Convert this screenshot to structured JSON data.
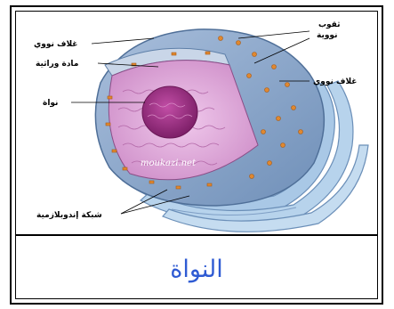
{
  "diagram": {
    "labels": {
      "nuclear_envelope_left": "غلاف نووي",
      "genetic_material": "مادة وراثية",
      "nucleolus": "نواة",
      "nuclear_pores_line1": "ثقوب",
      "nuclear_pores_line2": "نووية",
      "nuclear_envelope_right": "غلاف نووي",
      "endoplasmic_reticulum": "شبكة إندوبلازمية"
    },
    "watermark": "moukazi.net"
  },
  "caption": "النواة",
  "colors": {
    "envelope": "#8aa6c9",
    "envelope_dark": "#5e7fa8",
    "nucleoplasm": "#e3b3df",
    "nucleolus": "#a8358e",
    "pores": "#e0882f",
    "er": "#a9c8e6",
    "caption": "#2f5bd3"
  }
}
